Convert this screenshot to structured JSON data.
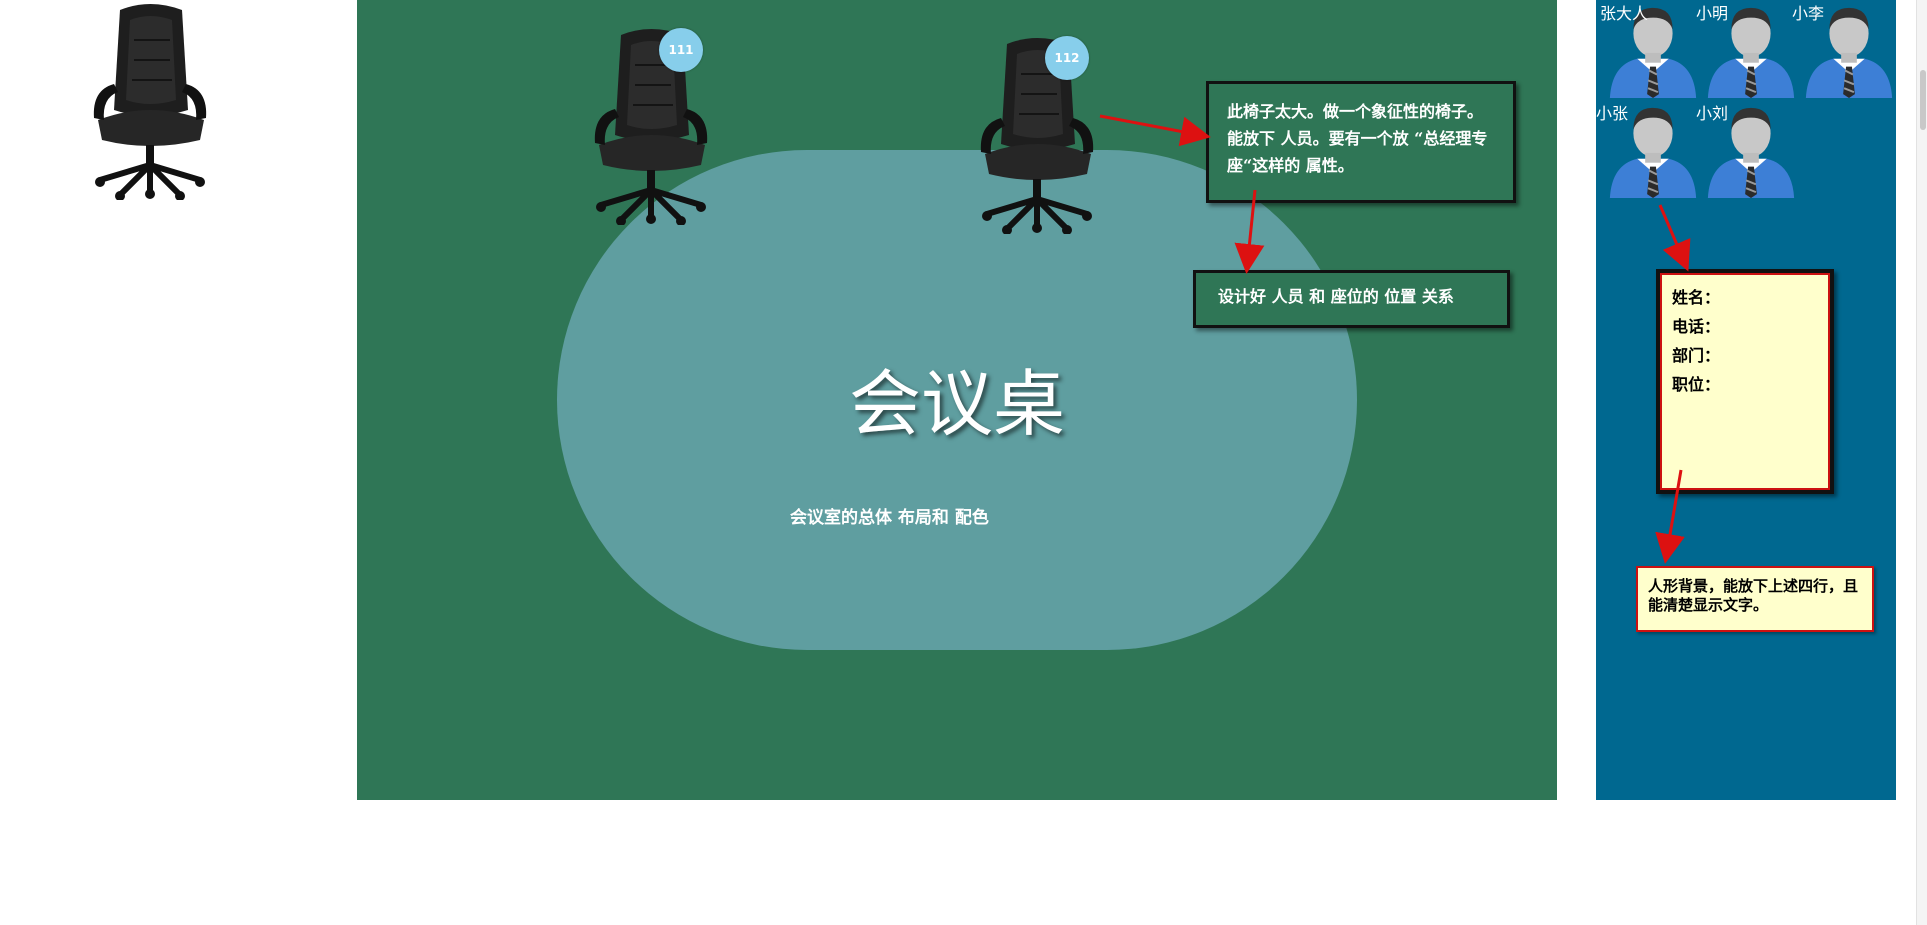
{
  "room": {
    "table_title": "会议桌",
    "caption": "会议室的总体 布局和 配色",
    "seats": [
      {
        "number": "111"
      },
      {
        "number": "112"
      }
    ],
    "chair_note": "此椅子太大。做一个象征性的椅子。能放下 人员。要有一个放 “总经理专座“这样的 属性。",
    "relation_note": "设计好 人员 和 座位的 位置 关系"
  },
  "panel": {
    "people": [
      {
        "name": "张大人"
      },
      {
        "name": "小明"
      },
      {
        "name": "小李"
      },
      {
        "name": "小张"
      },
      {
        "name": "小刘"
      }
    ],
    "info_fields": [
      "姓名：",
      "电话：",
      "部门：",
      "职位："
    ],
    "hint": "人形背景，能放下上述四行，且能清楚显示文字。"
  },
  "colors": {
    "room_bg": "#2f7656",
    "table_bg": "#5f9ea0",
    "panel_bg": "#006890",
    "note_bg": "#ffffcc",
    "arrow": "#dd1111",
    "badge": "#87ceeb"
  },
  "icons": [
    "office-chair-icon",
    "person-avatar-icon",
    "scrollbar-knob-icon"
  ]
}
